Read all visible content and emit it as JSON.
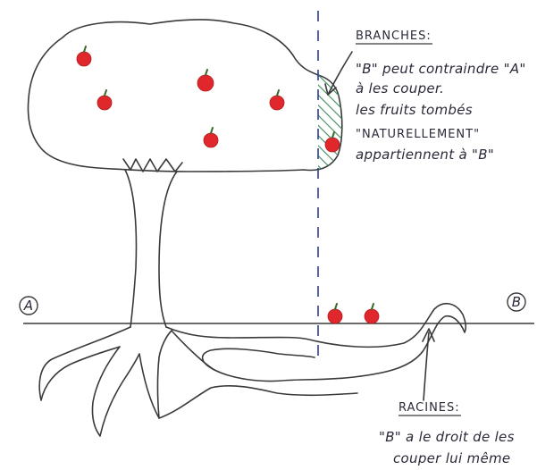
{
  "property_line_labels": {
    "left": "A",
    "right": "B"
  },
  "branches_note": {
    "title": "BRANCHES:",
    "lines": [
      "\"B\" peut contraindre \"A\"",
      "à les couper.",
      "les fruits tombés",
      "\"NATURELLEMENT\"",
      "appartiennent à \"B\""
    ]
  },
  "roots_note": {
    "title": "RACINES:",
    "lines": [
      "\"B\" a le droit de les",
      "couper lui même"
    ]
  },
  "colors": {
    "apple": "#e0282c",
    "hatch": "#3c8a5a",
    "boundary_line": "#2b3f8f",
    "ink": "#3a3a3a"
  }
}
